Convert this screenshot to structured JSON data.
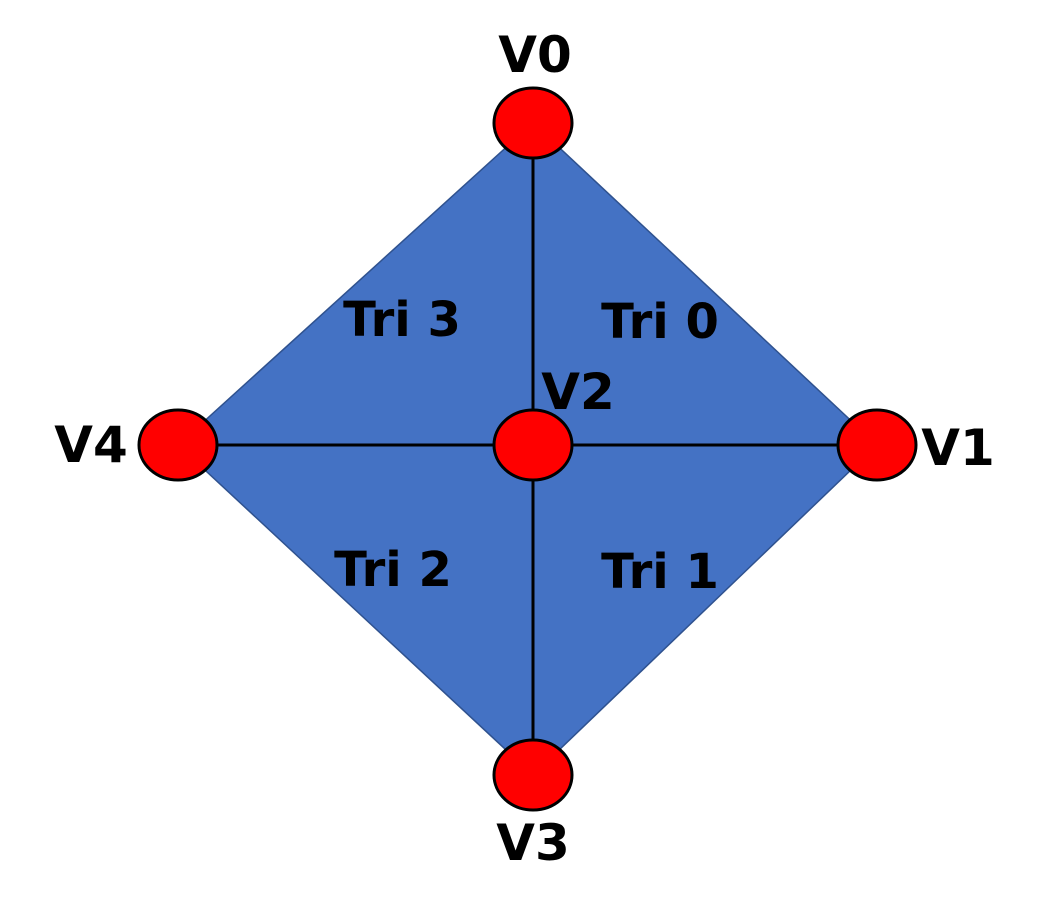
{
  "colors": {
    "face_fill": "#4472C4",
    "face_stroke": "#2F528F",
    "edge": "#000000",
    "vertex_fill": "#FF0000",
    "vertex_stroke": "#000000",
    "label": "#000000"
  },
  "vertices": [
    {
      "label": "V0"
    },
    {
      "label": "V1"
    },
    {
      "label": "V2"
    },
    {
      "label": "V3"
    },
    {
      "label": "V4"
    }
  ],
  "triangles": [
    {
      "label": "Tri 0"
    },
    {
      "label": "Tri 1"
    },
    {
      "label": "Tri 2"
    },
    {
      "label": "Tri 3"
    }
  ]
}
